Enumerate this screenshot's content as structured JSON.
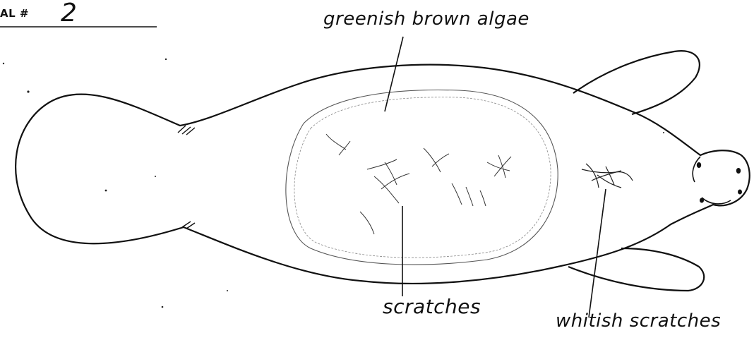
{
  "header": {
    "label": "AL #",
    "number": "2"
  },
  "annotations": {
    "algae": "greenish brown algae",
    "scratches": "scratches",
    "whitish": "whitish scratches"
  },
  "colors": {
    "ink": "#111111",
    "faint_ink": "#6b6b6b",
    "background": "#ffffff"
  }
}
